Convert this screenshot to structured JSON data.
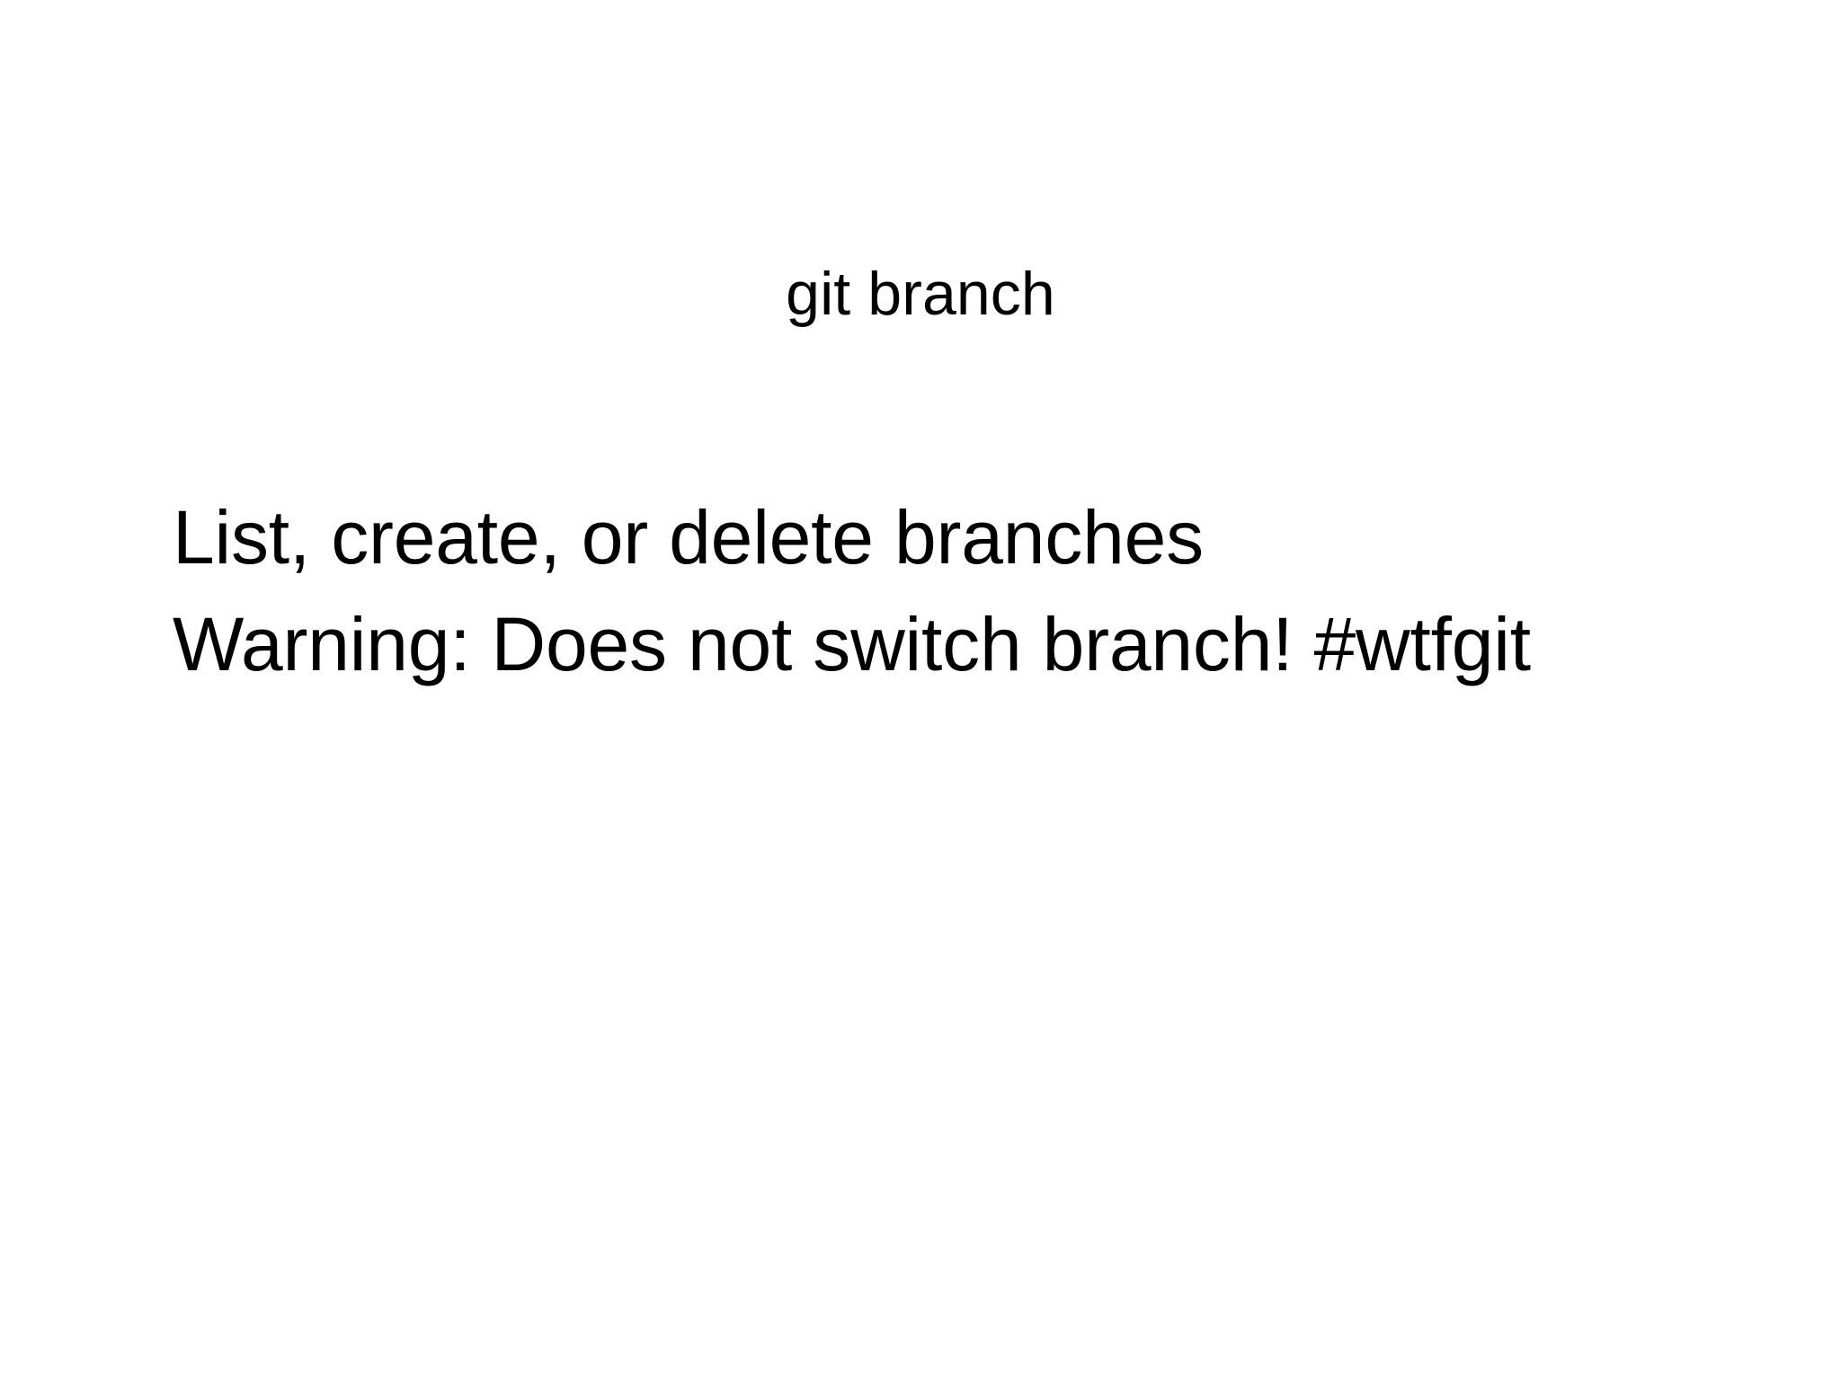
{
  "slide": {
    "background_color": "#ffffff",
    "text_color": "#000000",
    "title": "git branch",
    "body_lines": [
      {
        "text": "List, create, or delete branches"
      },
      {
        "text": "Warning: Does not switch branch! #wtfgit"
      }
    ]
  }
}
